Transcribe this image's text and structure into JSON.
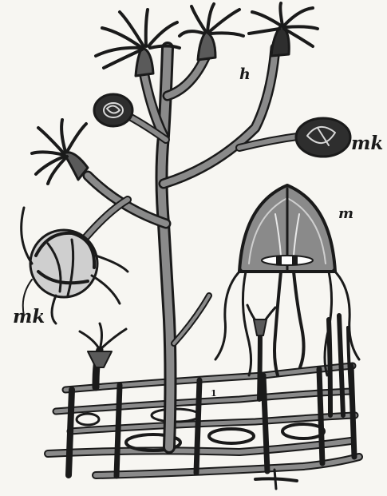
{
  "figure": {
    "labels": {
      "h": "h",
      "mk_upper": "mk",
      "m": "m",
      "mk_lower": "mk",
      "one": "1"
    },
    "colors": {
      "ink": "#1a1a1a",
      "paper": "#f7f6f2",
      "stalk_fill": "#8a8a8a",
      "dark_fill": "#2e2e2e"
    }
  }
}
